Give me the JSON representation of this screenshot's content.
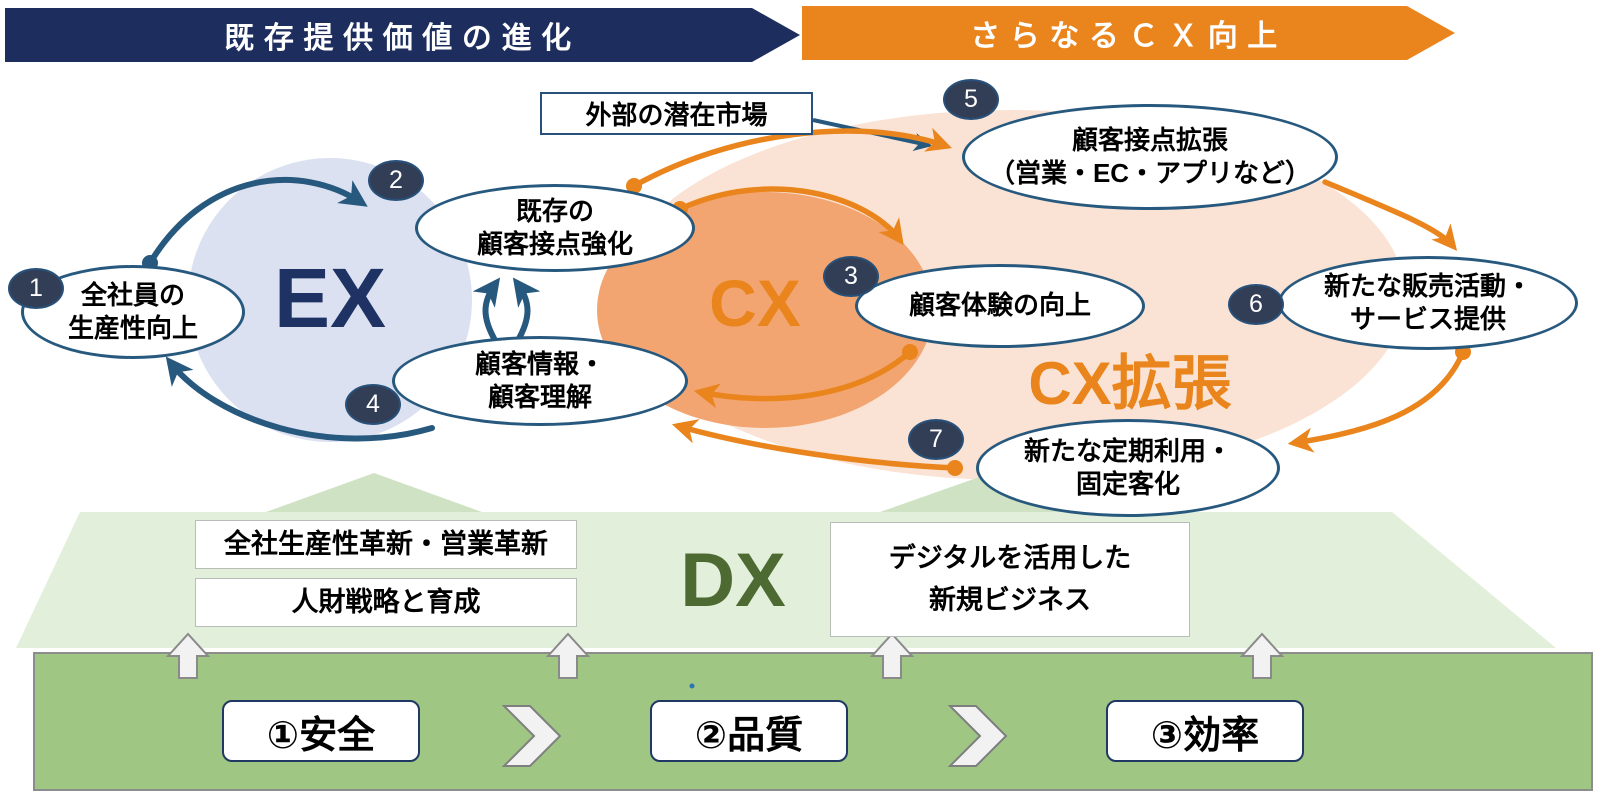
{
  "banners": {
    "left_label": "既存提供価値の進化",
    "right_label": "さらなるＣＸ向上"
  },
  "labels": {
    "ex": "EX",
    "cx": "CX",
    "cx_expansion": "CX拡張",
    "dx": "DX"
  },
  "external_market": {
    "label": "外部の潜在市場"
  },
  "nodes": [
    {
      "num": "1",
      "line1": "全社員の",
      "line2": "生産性向上"
    },
    {
      "num": "2",
      "line1": "既存の",
      "line2": "顧客接点強化"
    },
    {
      "num": "3",
      "line1": "顧客体験の向上",
      "line2": ""
    },
    {
      "num": "4",
      "line1": "顧客情報・",
      "line2": "顧客理解"
    },
    {
      "num": "5",
      "line1": "顧客接点拡張",
      "line2": "（営業・EC・アプリなど）"
    },
    {
      "num": "6",
      "line1": "新たな販売活動・",
      "line2": "サービス提供"
    },
    {
      "num": "7",
      "line1": "新たな定期利用・",
      "line2": "固定客化"
    }
  ],
  "dx_boxes": [
    {
      "line1": "全社生産性革新・営業革新",
      "line2": ""
    },
    {
      "line1": "人財戦略と育成",
      "line2": ""
    },
    {
      "line1": "デジタルを活用した",
      "line2": "新規ビジネス"
    }
  ],
  "foundation": [
    {
      "label": "①安全"
    },
    {
      "label": "②品質"
    },
    {
      "label": "③効率"
    }
  ],
  "colors": {
    "banner_navy": "#1c2d5e",
    "banner_orange": "#e9851c",
    "node_border_navy": "#27587e",
    "badge_navy": "#323e56",
    "ex_circle_fill": "#dbe1f1",
    "ex_text": "#1e3264",
    "cx_circle_fill": "#f2a571",
    "cx_expansion_fill": "#fae3d4",
    "orange_accent": "#e9851c",
    "dx_text_green": "#4d6a32",
    "house_fill": "#e2efda",
    "foundation_bar_fill": "#9fc682"
  }
}
